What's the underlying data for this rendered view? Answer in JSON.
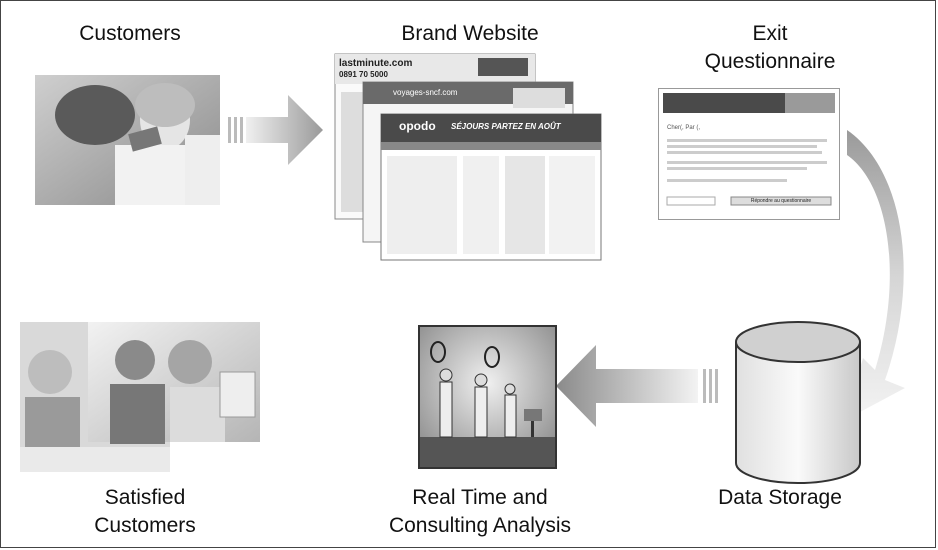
{
  "labels": {
    "customers": "Customers",
    "brand_website": "Brand Website",
    "exit_questionnaire_line1": "Exit",
    "exit_questionnaire_line2": "Questionnaire",
    "data_storage": "Data Storage",
    "real_time_line1": "Real Time and",
    "real_time_line2": "Consulting Analysis",
    "satisfied_line1": "Satisfied",
    "satisfied_line2": "Customers"
  },
  "website_mockups": {
    "back_logo": "lastminute.com",
    "back_phone": "0891 70 5000",
    "middle_logo": "voyages-sncf.com",
    "front_logo": "opodo",
    "front_banner": "SÉJOURS PARTEZ EN AOÛT"
  },
  "questionnaire": {
    "greeting": "Cher(, Par (,",
    "submit_button": "Répondre au questionnaire"
  }
}
